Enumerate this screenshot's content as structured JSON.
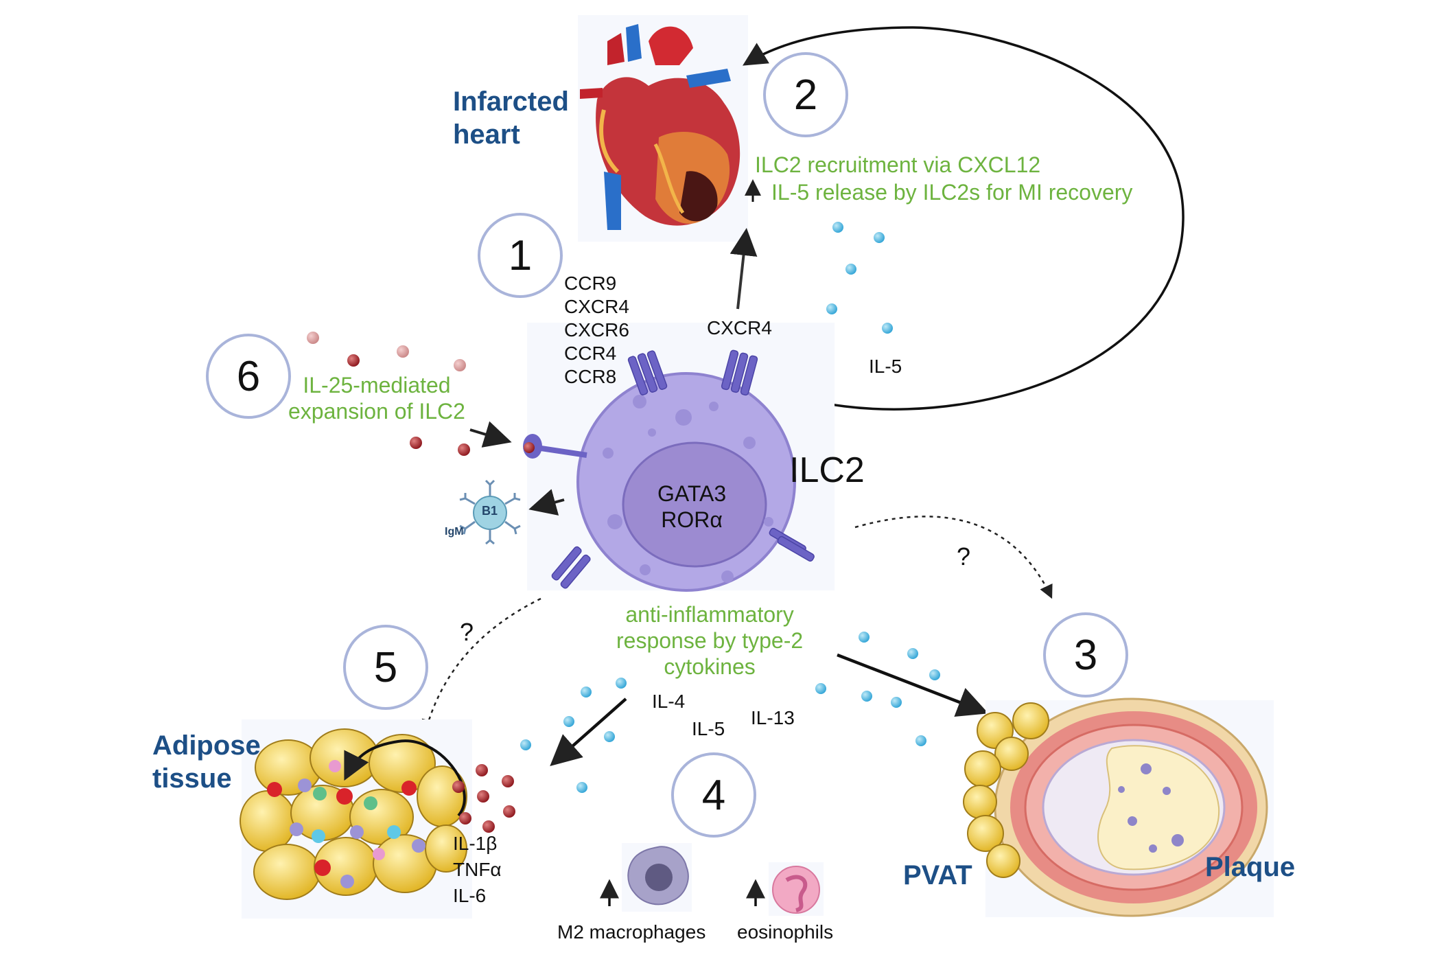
{
  "numbers": [
    "1",
    "2",
    "3",
    "4",
    "5",
    "6"
  ],
  "heart": {
    "title": [
      "Infarcted",
      "heart"
    ],
    "recruitment": "ILC2 recruitment via CXCL12",
    "il5_release": "IL-5 release by ILC2s for MI recovery"
  },
  "ilc2": {
    "name": "ILC2",
    "nucleus": [
      "GATA3",
      "RORα"
    ],
    "receptors": [
      "CCR9",
      "CXCR4",
      "CXCR6",
      "CCR4",
      "CCR8"
    ],
    "cxcr4": "CXCR4",
    "il5": "IL-5"
  },
  "il25": [
    "IL-25-mediated",
    "expansion of ILC2"
  ],
  "b1": {
    "label": "B1",
    "igm": "IgM"
  },
  "question_marks": [
    "?",
    "?"
  ],
  "anti_inflammatory": [
    "anti-inflammatory",
    "response by type-2",
    "cytokines"
  ],
  "cytokines": {
    "il4": "IL-4",
    "il5": "IL-5",
    "il13": "IL-13"
  },
  "adipose": {
    "title": [
      "Adipose",
      "tissue"
    ],
    "cytokines": [
      "IL-1β",
      "TNFα",
      "IL-6"
    ]
  },
  "plaque": {
    "pvat": "PVAT",
    "plaque": "Plaque"
  },
  "cells": {
    "macrophages": "M2 macrophages",
    "eosinophils": "eosinophils"
  },
  "colors": {
    "green": "#6db33f",
    "title_blue": "#1d4f86",
    "ilc2_purple": "#a99ddb",
    "receptor_purple": "#7a72cf",
    "il5_dot": "#5bbfe3",
    "il25_dot": "#9c1f23"
  }
}
